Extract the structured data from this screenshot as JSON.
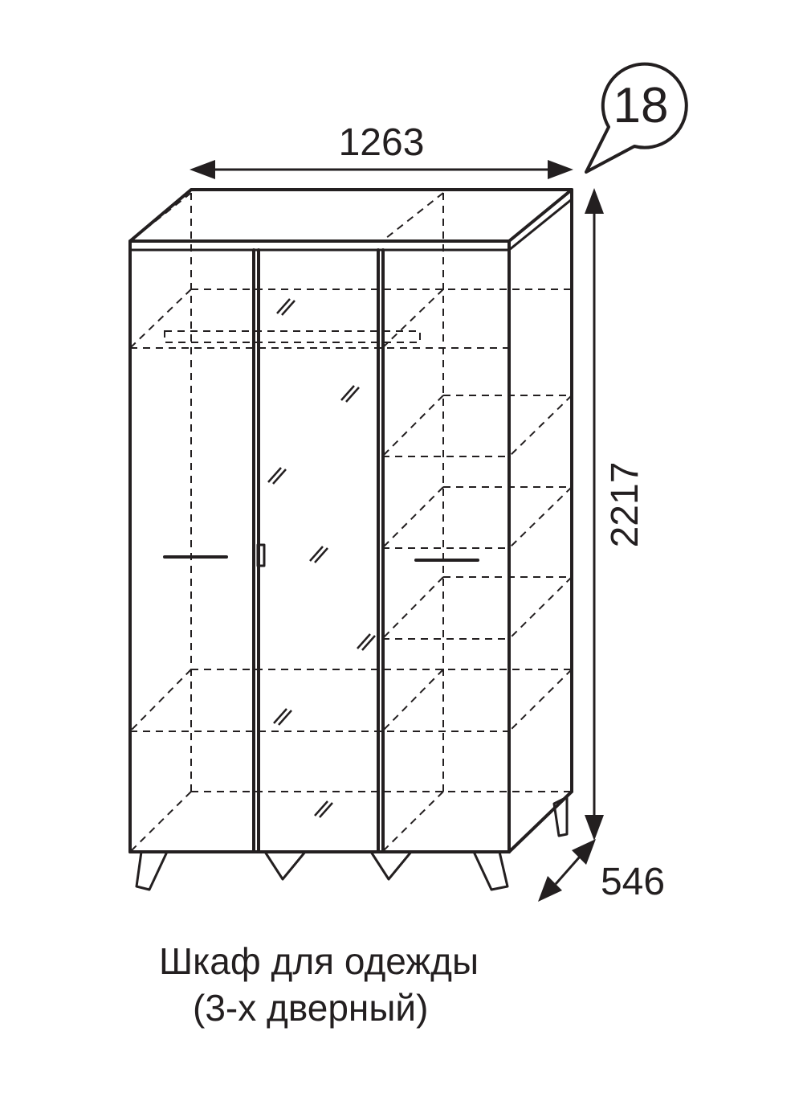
{
  "drawing": {
    "item_number": "18",
    "dimensions": {
      "width": "1263",
      "height": "2217",
      "depth": "546"
    },
    "caption": {
      "line1": "Шкаф для одежды",
      "line2": "(3-х дверный)"
    },
    "line_color": "#231f20",
    "background_color": "#ffffff"
  }
}
